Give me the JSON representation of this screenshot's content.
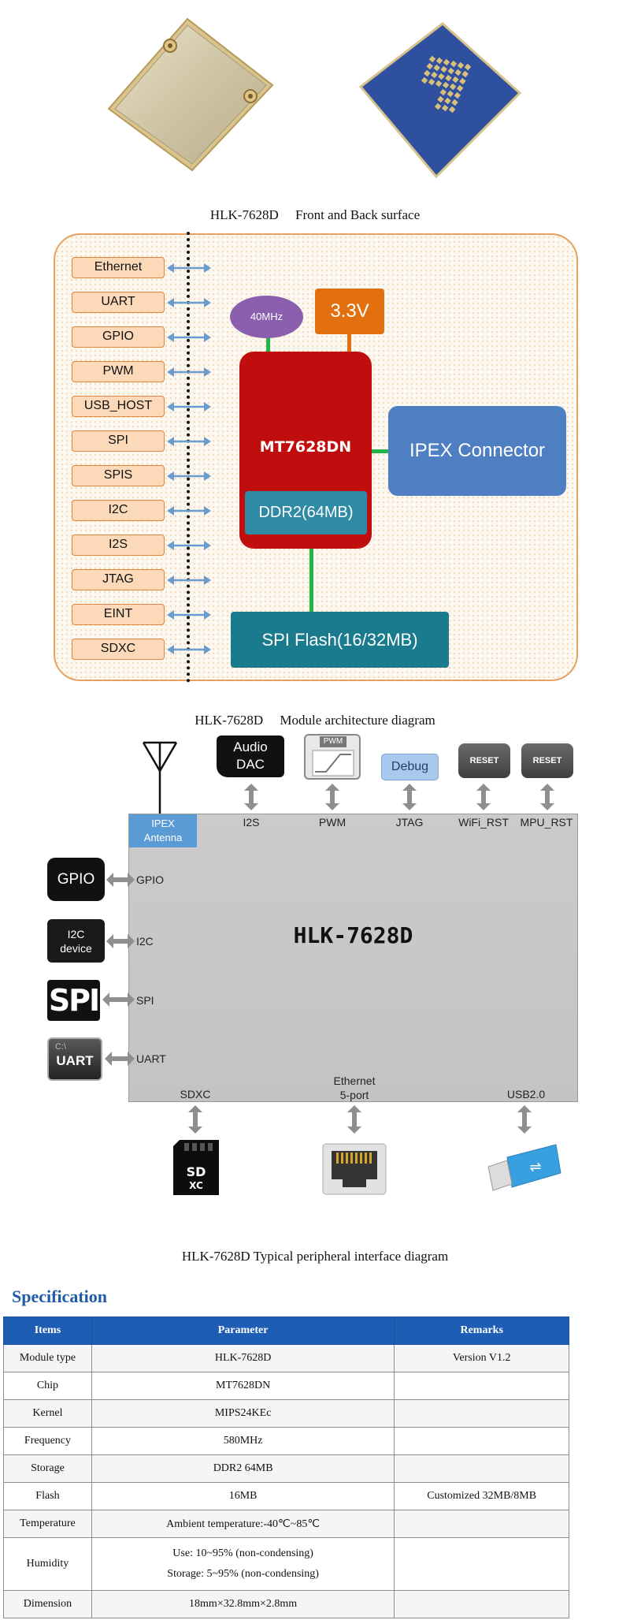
{
  "photos": {
    "caption": "HLK-7628D　 Front and Back surface"
  },
  "architecture": {
    "interfaces": [
      "Ethernet",
      "UART",
      "GPIO",
      "PWM",
      "USB_HOST",
      "SPI",
      "SPIS",
      "I2C",
      "I2S",
      "JTAG",
      "EINT",
      "SDXC"
    ],
    "oscillator": "40MHz",
    "power": "3.3V",
    "cpu": "MT7628DN",
    "ddr": "DDR2(64MB)",
    "ipex": "IPEX Connector",
    "flash": "SPI Flash(16/32MB)",
    "caption": "HLK-7628D　 Module architecture diagram"
  },
  "peripheral": {
    "module_name": "HLK-7628D",
    "ipex_antenna_line1": "IPEX",
    "ipex_antenna_line2": "Antenna",
    "top_labels": {
      "i2s": "I2S",
      "pwm": "PWM",
      "jtag": "JTAG",
      "wifi_rst": "WiFi_RST",
      "mpu_rst": "MPU_RST"
    },
    "left_labels": {
      "gpio": "GPIO",
      "i2c": "I2C",
      "spi": "SPI",
      "uart": "UART"
    },
    "bottom_labels": {
      "sdxc": "SDXC",
      "ethernet_line1": "Ethernet",
      "ethernet_line2": "5-port",
      "usb": "USB2.0"
    },
    "icons": {
      "audio_dac_line1": "Audio",
      "audio_dac_line2": "DAC",
      "pwm_icon": "PWM",
      "debug": "Debug",
      "reset1": "RESET",
      "reset2": "RESET",
      "gpio_icon": "GPIO",
      "i2c_icon_line1": "I2C",
      "i2c_icon_line2": "device",
      "spi_icon": "SPI",
      "uart_icon": "UART",
      "uart_icon_small": "C:\\"
    },
    "caption": "HLK-7628D Typical peripheral interface diagram"
  },
  "specification": {
    "heading": "Specification",
    "headers": [
      "Items",
      "Parameter",
      "Remarks"
    ],
    "rows": [
      {
        "item": "Module type",
        "param": "HLK-7628D",
        "remark": "Version V1.2"
      },
      {
        "item": "Chip",
        "param": "MT7628DN",
        "remark": ""
      },
      {
        "item": "Kernel",
        "param": "MIPS24KEc",
        "remark": ""
      },
      {
        "item": "Frequency",
        "param": "580MHz",
        "remark": ""
      },
      {
        "item": "Storage",
        "param": "DDR2 64MB",
        "remark": ""
      },
      {
        "item": "Flash",
        "param": "16MB",
        "remark": "Customized 32MB/8MB"
      },
      {
        "item": "Temperature",
        "param": "Ambient temperature:-40℃~85℃",
        "remark": ""
      },
      {
        "item": "Humidity",
        "param": "Use: 10~95% (non-condensing)",
        "param2": "Storage: 5~95% (non-condensing)",
        "remark": ""
      },
      {
        "item": "Dimension",
        "param": "18mm×32.8mm×2.8mm",
        "remark": ""
      }
    ]
  }
}
